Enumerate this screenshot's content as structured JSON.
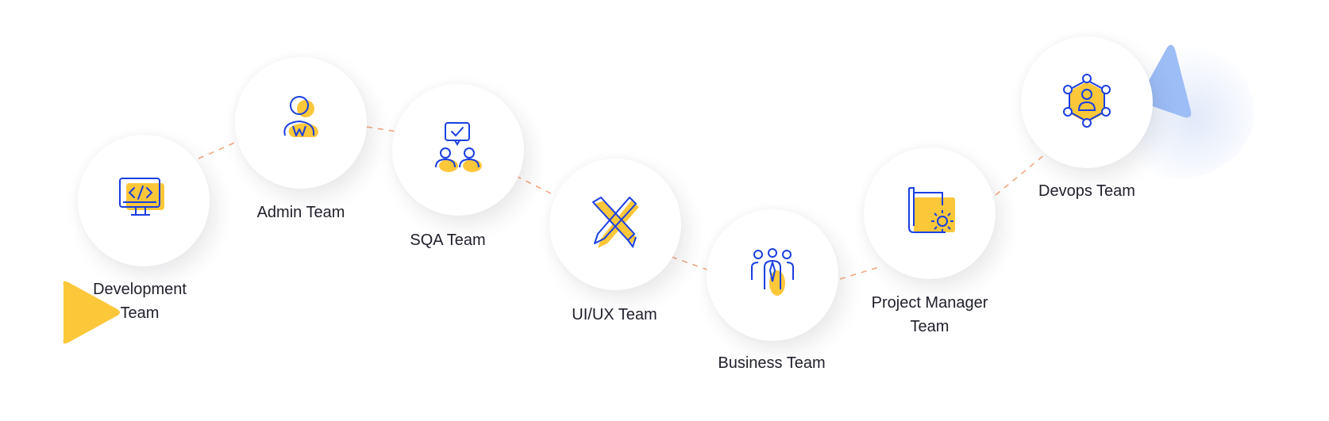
{
  "colors": {
    "accent_yellow": "#FDC73A",
    "icon_blue": "#1A3FE0",
    "connector": "#F4A882",
    "deco_blue": "#9DBDF7"
  },
  "teams": [
    {
      "label": "Development Team",
      "icon": "code-monitor-icon"
    },
    {
      "label": "Admin Team",
      "icon": "admin-person-icon"
    },
    {
      "label": "SQA Team",
      "icon": "qa-check-team-icon"
    },
    {
      "label": "UI/UX Team",
      "icon": "pencil-ruler-icon"
    },
    {
      "label": "Business Team",
      "icon": "business-people-icon"
    },
    {
      "label": "Project Manager Team",
      "icon": "project-settings-icon"
    },
    {
      "label": "Devops Team",
      "icon": "devops-network-icon"
    }
  ]
}
